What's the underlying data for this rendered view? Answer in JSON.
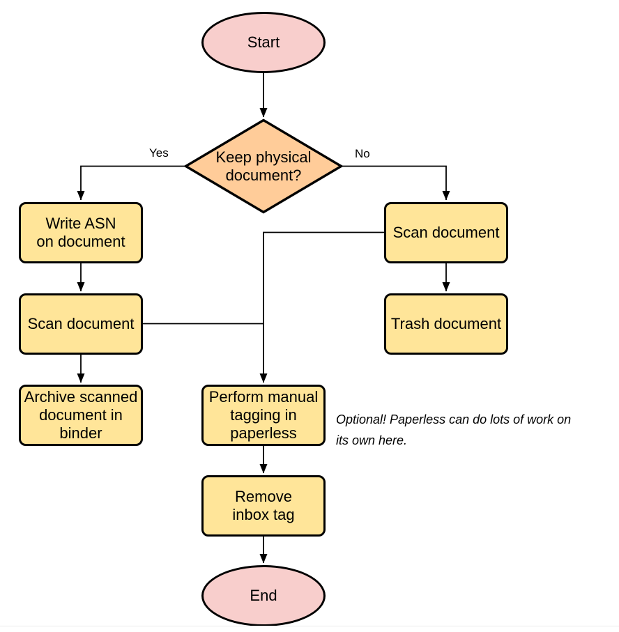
{
  "diagram": {
    "type": "flowchart",
    "colors": {
      "background": "#FFFFFF",
      "terminal_fill": "#F8CECC",
      "decision_fill": "#FFCC99",
      "process_fill": "#FFE599",
      "stroke": "#000000",
      "bottom_rule": "#EBEBEB"
    },
    "nodes": {
      "start": {
        "type": "terminal",
        "label": "Start"
      },
      "decision": {
        "type": "decision",
        "label": "Keep physical\ndocument?"
      },
      "write_asn": {
        "type": "process",
        "label": "Write ASN\non document"
      },
      "scan_left": {
        "type": "process",
        "label": "Scan document"
      },
      "archive": {
        "type": "process",
        "label": "Archive scanned\ndocument in\nbinder"
      },
      "scan_right": {
        "type": "process",
        "label": "Scan document"
      },
      "trash": {
        "type": "process",
        "label": "Trash document"
      },
      "tagging": {
        "type": "process",
        "label": "Perform manual\ntagging in\npaperless"
      },
      "remove_inbox": {
        "type": "process",
        "label": "Remove\ninbox tag"
      },
      "end": {
        "type": "terminal",
        "label": "End"
      }
    },
    "edge_labels": {
      "yes": "Yes",
      "no": "No"
    },
    "annotation": "Optional! Paperless can do lots of work on\nits own here."
  }
}
